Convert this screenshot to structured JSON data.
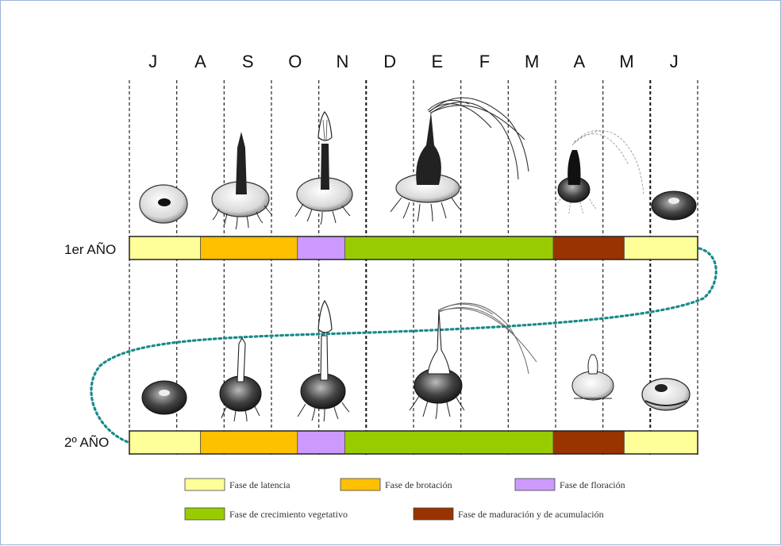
{
  "months": [
    "J",
    "A",
    "S",
    "O",
    "N",
    "D",
    "E",
    "F",
    "M",
    "A",
    "M",
    "J"
  ],
  "years": [
    {
      "label": "1er AÑO",
      "segments": [
        {
          "phase": "latencia",
          "start": 0.0,
          "end": 1.5
        },
        {
          "phase": "brotacion",
          "start": 1.5,
          "end": 3.55
        },
        {
          "phase": "floracion",
          "start": 3.55,
          "end": 4.55
        },
        {
          "phase": "vegetativo",
          "start": 4.55,
          "end": 8.95
        },
        {
          "phase": "maduracion",
          "start": 8.95,
          "end": 10.45
        },
        {
          "phase": "latencia",
          "start": 10.45,
          "end": 12.0
        }
      ]
    },
    {
      "label": "2º AÑO",
      "segments": [
        {
          "phase": "latencia",
          "start": 0.0,
          "end": 1.5
        },
        {
          "phase": "brotacion",
          "start": 1.5,
          "end": 3.55
        },
        {
          "phase": "floracion",
          "start": 3.55,
          "end": 4.55
        },
        {
          "phase": "vegetativo",
          "start": 4.55,
          "end": 8.95
        },
        {
          "phase": "maduracion",
          "start": 8.95,
          "end": 10.45
        },
        {
          "phase": "latencia",
          "start": 10.45,
          "end": 12.0
        }
      ]
    }
  ],
  "legend": [
    {
      "phase": "latencia",
      "label": "Fase de latencia",
      "color": "#ffff99"
    },
    {
      "phase": "brotacion",
      "label": "Fase de brotación",
      "color": "#ffc000"
    },
    {
      "phase": "floracion",
      "label": "Fase de floración",
      "color": "#cc99ff"
    },
    {
      "phase": "vegetativo",
      "label": "Fase de crecimiento vegetativo",
      "color": "#99cc00"
    },
    {
      "phase": "maduracion",
      "label": "Fase de maduración y de acumulación",
      "color": "#993300"
    }
  ],
  "connector_color": "#1a8a8a"
}
